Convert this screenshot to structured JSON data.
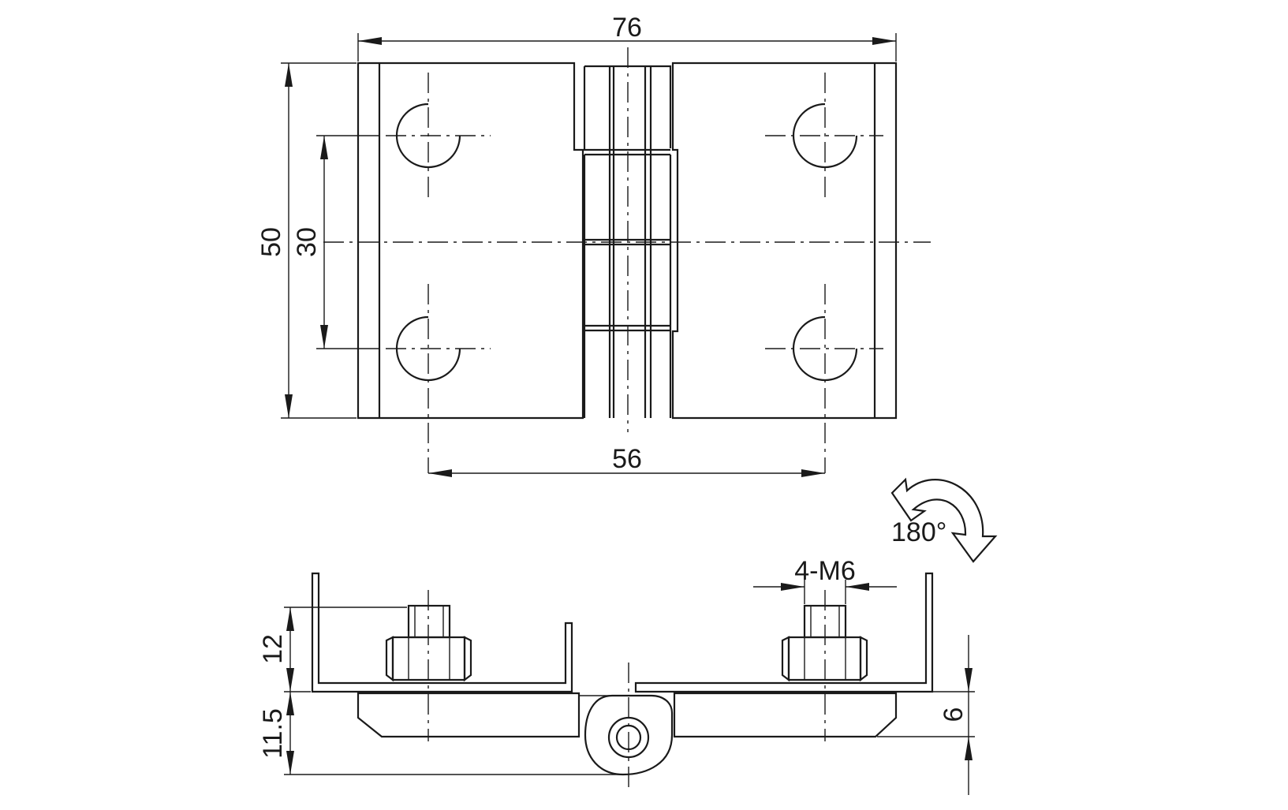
{
  "dimensions": {
    "overall_width": "76",
    "overall_height": "50",
    "hole_spacing_vertical": "30",
    "hole_spacing_horizontal": "56",
    "thread_spec": "4-M6",
    "bolt_height": "12",
    "hinge_height": "11.5",
    "leaf_thickness": "6",
    "rotation_angle": "180°"
  },
  "colors": {
    "line": "#1a1a1a",
    "background": "#ffffff"
  }
}
